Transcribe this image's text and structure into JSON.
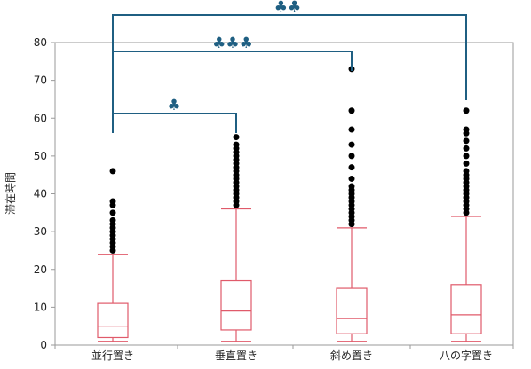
{
  "chart_data": {
    "type": "box",
    "title": "",
    "xlabel": "",
    "ylabel": "滞在時間",
    "ylim": [
      0,
      80
    ],
    "yticks": [
      0,
      10,
      20,
      30,
      40,
      50,
      60,
      70,
      80
    ],
    "grid": false,
    "categories": [
      "並行置き",
      "垂直置き",
      "斜め置き",
      "八の字置き"
    ],
    "boxes": [
      {
        "category": "並行置き",
        "whisker_low": 1,
        "q1": 2,
        "median": 5,
        "q3": 11,
        "whisker_high": 24,
        "outliers": [
          25,
          26,
          27,
          28,
          29,
          30,
          31,
          32,
          33,
          35,
          37,
          38,
          46
        ]
      },
      {
        "category": "垂直置き",
        "whisker_low": 1,
        "q1": 4,
        "median": 9,
        "q3": 17,
        "whisker_high": 36,
        "outliers": [
          37,
          38,
          39,
          40,
          41,
          42,
          43,
          44,
          45,
          46,
          47,
          48,
          49,
          50,
          51,
          52,
          53,
          55
        ]
      },
      {
        "category": "斜め置き",
        "whisker_low": 1,
        "q1": 3,
        "median": 7,
        "q3": 15,
        "whisker_high": 31,
        "outliers": [
          32,
          33,
          34,
          35,
          36,
          37,
          38,
          39,
          40,
          41,
          42,
          44,
          47,
          50,
          53,
          57,
          62,
          73
        ]
      },
      {
        "category": "八の字置き",
        "whisker_low": 1,
        "q1": 3,
        "median": 8,
        "q3": 16,
        "whisker_high": 34,
        "outliers": [
          35,
          36,
          37,
          38,
          39,
          40,
          41,
          42,
          43,
          44,
          45,
          46,
          48,
          50,
          52,
          54,
          56,
          57,
          62
        ]
      }
    ],
    "significance": [
      {
        "from": "並行置き",
        "to": "垂直置き",
        "label": "♣"
      },
      {
        "from": "並行置き",
        "to": "斜め置き",
        "label": "♣♣♣"
      },
      {
        "from": "並行置き",
        "to": "八の字置き",
        "label": "♣♣"
      }
    ],
    "colors": {
      "box": "#e05a6a",
      "points": "#000000",
      "bracket": "#1f5f82",
      "axis": "#9a9a9a"
    }
  }
}
